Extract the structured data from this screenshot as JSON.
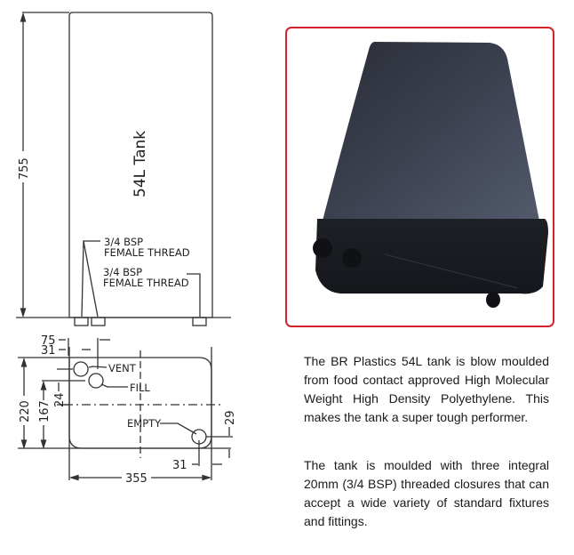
{
  "drawing": {
    "side_view": {
      "tank_label": "54L Tank",
      "height_dim": "755",
      "thread_note_1": {
        "line1": "3/4 BSP",
        "line2": "FEMALE THREAD"
      },
      "thread_note_2": {
        "line1": "3/4 BSP",
        "line2": "FEMALE THREAD"
      }
    },
    "top_view": {
      "dims": {
        "d75": "75",
        "d31_top": "31",
        "d220": "220",
        "d167": "167",
        "d24": "24",
        "d29": "29",
        "d31_bottom": "31",
        "d355": "355"
      },
      "labels": {
        "vent": "VENT",
        "fill": "FILL",
        "empty": "EMPTY"
      }
    }
  },
  "photo": {
    "alt": "Black BR Plastics 54L polyethylene tank photo",
    "border_color": "#d2232a"
  },
  "description": {
    "paragraph1": "The BR Plastics 54L tank is blow moulded from food contact approved High Molecular Weight High Density Polyethylene. This makes the tank a super tough performer.",
    "paragraph2": "The tank is moulded with three integral 20mm (3/4 BSP) threaded closures that can accept a wide variety of standard fixtures and fittings."
  }
}
